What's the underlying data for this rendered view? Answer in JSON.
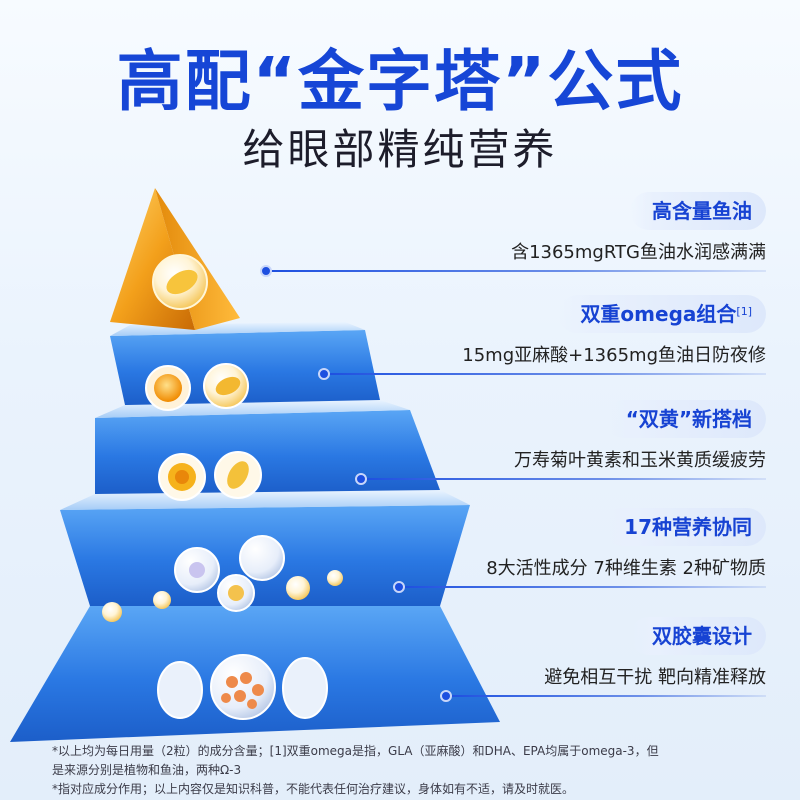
{
  "title": {
    "main": "高配“金字塔”公式",
    "sub": "给眼部精纯营养"
  },
  "features": [
    {
      "badge": "高含量鱼油",
      "desc": "含1365mgRTG鱼油水润感满满"
    },
    {
      "badge": "双重omega组合",
      "badge_ref": "[1]",
      "desc": "15mg亚麻酸+1365mg鱼油日防夜修"
    },
    {
      "badge": "“双黄”新搭档",
      "desc": "万寿菊叶黄素和玉米黄质缓疲劳"
    },
    {
      "badge": "17种营养协同",
      "desc": "8大活性成分 7种维生素 2种矿物质"
    },
    {
      "badge": "双胶囊设计",
      "desc": "避免相互干扰 靶向精准释放"
    }
  ],
  "footnotes": {
    "line1": "*以上均为每日用量（2粒）的成分含量；[1]双重omega是指，GLA（亚麻酸）和DHA、EPA均属于omega-3，但",
    "line2": "是来源分别是植物和鱼油，两种Ω-3",
    "line3": "*指对应成分作用；以上内容仅是知识科普，不能代表任何治疗建议，身体如有不适，请及时就医。"
  },
  "colors": {
    "title_blue": "#1646d6",
    "badge_text": "#1743d3",
    "pyramid_top": "#f0a21a",
    "pyramid_layers": "#2f7fe6"
  },
  "icons": {
    "top_layer": "fish-oil-capsule-icon",
    "layer2": [
      "orange-oil-drop-icon",
      "fish-oil-capsule-icon"
    ],
    "layer3": [
      "marigold-flower-icon",
      "corn-icon"
    ],
    "layer4": [
      "mineral-sphere-icon",
      "vitamin-bead-icon"
    ],
    "layer5": [
      "softgel-capsule-icon",
      "double-capsule-icon"
    ]
  }
}
